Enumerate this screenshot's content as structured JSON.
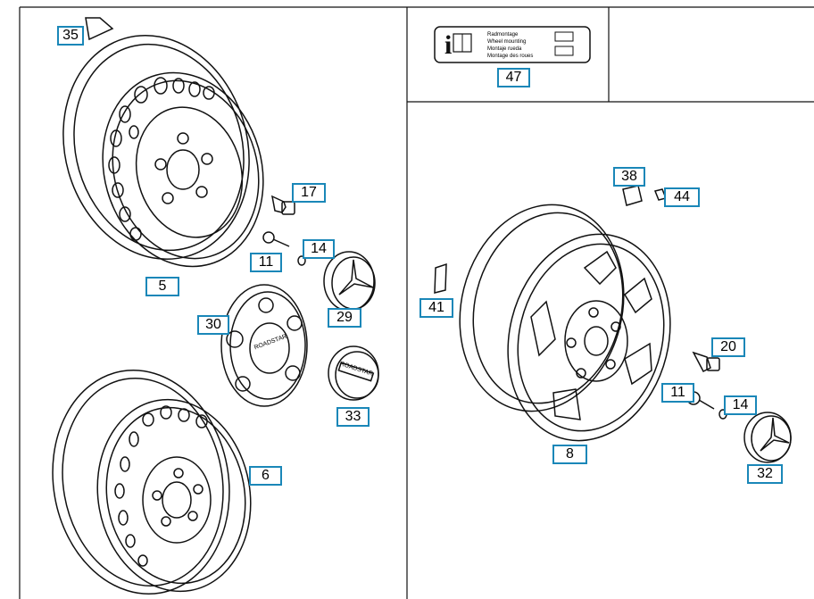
{
  "diagram": {
    "accent_color": "#1a87b8",
    "line_color": "#111111",
    "callouts": {
      "c35": "35",
      "c5": "5",
      "c17": "17",
      "c11a": "11",
      "c14a": "14",
      "c30": "30",
      "c29": "29",
      "c33": "33",
      "c6": "6",
      "c47": "47",
      "c38": "38",
      "c44": "44",
      "c41": "41",
      "c20": "20",
      "c11b": "11",
      "c14b": "14",
      "c8": "8",
      "c32": "32"
    },
    "info_label": {
      "lines": [
        "Radmontage",
        "Wheel mounting",
        "Montaje rueda",
        "Montage des roues"
      ]
    },
    "hubcap_text": "ROADSTAR"
  }
}
